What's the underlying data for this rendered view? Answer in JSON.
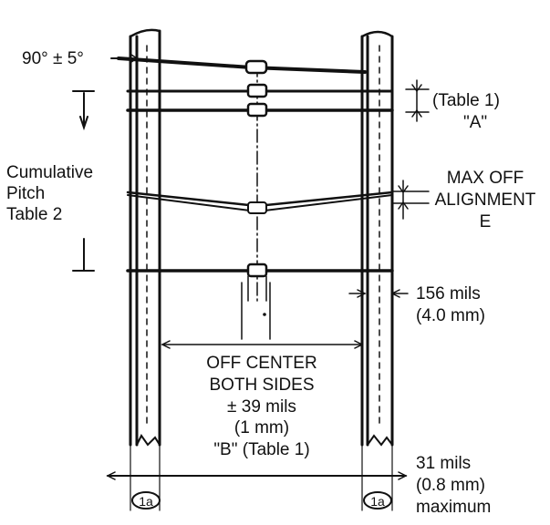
{
  "diagram": {
    "angle_label": "90° ± 5°",
    "cumulative_pitch": [
      "Cumulative",
      "Pitch",
      "Table 2"
    ],
    "table1_a": [
      "(Table 1)",
      "\"A\""
    ],
    "max_off_alignment": [
      "MAX OFF",
      "ALIGNMENT",
      "E"
    ],
    "width_156": [
      "156 mils",
      "(4.0 mm)"
    ],
    "off_center": [
      "OFF CENTER",
      "BOTH SIDES",
      "± 39 mils",
      "(1 mm)",
      "\"B\" (Table 1)"
    ],
    "bottom_31": [
      "31 mils",
      "(0.8 mm)",
      "maximum"
    ],
    "callout_left": "1a",
    "callout_right": "1a",
    "colors": {
      "ink": "#111111",
      "background": "#ffffff"
    }
  }
}
